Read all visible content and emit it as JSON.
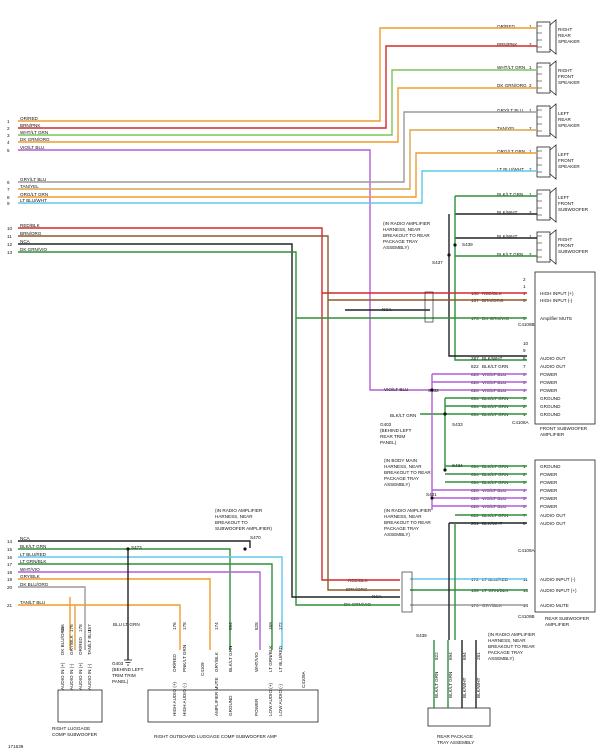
{
  "diagram": {
    "figure_id": "171639",
    "colors": {
      "orange": "#f29a2e",
      "red": "#d42a2a",
      "lightgreen": "#7dc35b",
      "green": "#2f8f3a",
      "violet": "#b05fd6",
      "lightblue": "#5ec8ea",
      "tan": "#d8a64c",
      "gray": "#9a9a9a",
      "black": "#222222",
      "brown": "#8a5a2b"
    },
    "speakers": [
      {
        "label_lines": [
          "RIGHT",
          "REAR",
          "SPEAKER"
        ],
        "wire1": "OR/RED",
        "wire2": "BRN/PNK"
      },
      {
        "label_lines": [
          "RIGHT",
          "FRONT",
          "SPEAKER"
        ],
        "wire1": "WHT/LT GRN",
        "wire2": "DK GRN/ORG"
      },
      {
        "label_lines": [
          "LEFT",
          "REAR",
          "SPEAKER"
        ],
        "wire1": "GRY/LT BLU",
        "wire2": "TAN/YEL"
      },
      {
        "label_lines": [
          "LEFT",
          "FRONT",
          "SPEAKER"
        ],
        "wire1": "ORG/LT GRN",
        "wire2": "LT BLU/WHT"
      },
      {
        "label_lines": [
          "LEFT",
          "FRONT",
          "SUBWOOFER"
        ],
        "wire1": "BLK/LT GRN",
        "wire2": "BLK/WHT"
      },
      {
        "label_lines": [
          "RIGHT",
          "FRONT",
          "SUBWOOFER"
        ],
        "wire1": "BLK/WHT",
        "wire2": "BLK/LT GRN"
      }
    ],
    "left_wires_top": [
      {
        "num": "1",
        "label": "OR/RED"
      },
      {
        "num": "2",
        "label": "BRN/PNK"
      },
      {
        "num": "3",
        "label": "WHT/LT GRN"
      },
      {
        "num": "4",
        "label": "DK GRN/ORG"
      },
      {
        "num": "5",
        "label": "VIO/LT BLU"
      },
      {
        "num": "6",
        "label": "GRY/LT BLU"
      },
      {
        "num": "7",
        "label": "TAN/YEL"
      },
      {
        "num": "8",
        "label": "ORG/LT GRN"
      },
      {
        "num": "9",
        "label": "LT BLU/WHT"
      },
      {
        "num": "10",
        "label": "RED/BLK"
      },
      {
        "num": "11",
        "label": "BRN/ORG"
      },
      {
        "num": "12",
        "label": "NCA"
      },
      {
        "num": "13",
        "label": "DK GRN/VIO"
      }
    ],
    "left_wires_bottom": [
      {
        "num": "14",
        "label": "NCA"
      },
      {
        "num": "15",
        "label": "BLK/LT GRN"
      },
      {
        "num": "16",
        "label": "LT BLU/RED"
      },
      {
        "num": "17",
        "label": "LT GRN/BLK"
      },
      {
        "num": "18",
        "label": "WHT/VIO"
      },
      {
        "num": "19",
        "label": "GRY/BLK"
      },
      {
        "num": "20",
        "label": "DK BLU/ORG"
      },
      {
        "num": "21",
        "label": "TAN/LT BLU"
      }
    ],
    "front_amp": {
      "title_lines": [
        "FRONT SUBWOOFER",
        "AMPLIFIER"
      ],
      "conn1": "C4108B",
      "conn2": "C4108A",
      "pins": [
        {
          "wire": "",
          "num": "",
          "pin": "2",
          "func": ""
        },
        {
          "wire": "168",
          "num": "",
          "pin": "1",
          "func": ""
        },
        {
          "wire": "RED/BLK",
          "num": "168",
          "pin": "4",
          "func": "HIGH INPUT (+)"
        },
        {
          "wire": "BRN/ORG",
          "num": "167",
          "pin": "3",
          "func": "HIGH INPUT (-)"
        },
        {
          "wire": "DK GRN/VIO",
          "num": "173",
          "pin": "5",
          "func": "Amplifier MUTE"
        },
        {
          "wire": "",
          "num": "",
          "pin": "10",
          "func": ""
        },
        {
          "wire": "",
          "num": "",
          "pin": "9",
          "func": ""
        },
        {
          "wire": "BLK/WHT",
          "num": "287",
          "pin": "8",
          "func": "AUDIO OUT"
        },
        {
          "wire": "BLK/LT GRN",
          "num": "822",
          "pin": "7",
          "func": "AUDIO OUT"
        },
        {
          "wire": "VIO/LT BLU",
          "num": "825",
          "pin": "6",
          "func": "POWER"
        },
        {
          "wire": "VIO/LT BLU",
          "num": "828",
          "pin": "5",
          "func": "POWER"
        },
        {
          "wire": "VIO/LT BLU",
          "num": "828",
          "pin": "4",
          "func": "POWER"
        },
        {
          "wire": "BLK/LT GRN",
          "num": "694",
          "pin": "3",
          "func": "GROUND"
        },
        {
          "wire": "BLK/LT GRN",
          "num": "694",
          "pin": "2",
          "func": "GROUND"
        },
        {
          "wire": "BLK/LT GRN",
          "num": "694",
          "pin": "1",
          "func": "GROUND"
        }
      ]
    },
    "rear_amp": {
      "title_lines": [
        "REAR SUBWOOFER",
        "AMPLIFIER"
      ],
      "conn1": "C4109A",
      "conn2": "C4109B",
      "pins": [
        {
          "wire": "BLK/LT GRN",
          "num": "694",
          "pin": "1",
          "func": "GROUND"
        },
        {
          "wire": "BLK/LT GRN",
          "num": "694",
          "pin": "2",
          "func": "POWER"
        },
        {
          "wire": "BLK/LT GRN",
          "num": "694",
          "pin": "3",
          "func": "POWER"
        },
        {
          "wire": "VIO/LT BLU",
          "num": "828",
          "pin": "4",
          "func": "POWER"
        },
        {
          "wire": "VIO/LT BLU",
          "num": "828",
          "pin": "5",
          "func": "POWER"
        },
        {
          "wire": "VIO/LT BLU",
          "num": "828",
          "pin": "6",
          "func": "POWER"
        },
        {
          "wire": "BLK/LT GRN",
          "num": "822",
          "pin": "7",
          "func": "AUDIO OUT"
        },
        {
          "wire": "BLK/WHT",
          "num": "281",
          "pin": "8",
          "func": "AUDIO OUT"
        },
        {
          "wire": "LT BLU/RED",
          "num": "172",
          "pin": "11",
          "func": "AUDIO INPUT (-)"
        },
        {
          "wire": "LT GRN/BLK",
          "num": "169",
          "pin": "13",
          "func": "AUDIO INPUT (+)"
        },
        {
          "wire": "GRY/BLK",
          "num": "174",
          "pin": "14",
          "func": "AUDIO MUTE"
        }
      ]
    },
    "splices": {
      "s439": "S439",
      "s437": "S437",
      "s432": "S432",
      "s433": "S433",
      "s434": "S434",
      "s431": "S431",
      "s473": "S473",
      "s470": "S470"
    },
    "notes": {
      "amp_harness_top": [
        "(IN RADIO AMPLIFIER",
        "HARNESS, NEAR",
        "BREAKOUT TO REAR",
        "PACKAGE TRAY",
        "ASSEMBLY)"
      ],
      "body_main_harness": [
        "(IN BODY MAIN",
        "HARNESS, NEAR",
        "BREAKOUT TO REAR",
        "PACKAGE TRAY",
        "ASSEMBLY)"
      ],
      "amp_harness_mid": [
        "(IN RADIO AMPLIFIER",
        "HARNESS, NEAR",
        "BREAKOUT TO REAR",
        "PACKAGE TRAY",
        "ASSEMBLY)"
      ],
      "amp_harness_bottom_left": [
        "(IN RADIO AMPLIFIER",
        "HARNESS, NEAR",
        "BREAKOUT TO",
        "SUBWOOFER AMPLIFIER)"
      ],
      "amp_harness_bottom_right": [
        "(IN RADIO AMPLIFIER",
        "HARNESS, NEAR",
        "BREAKOUT TO REAR",
        "PACKAGE TRAY",
        "ASSEMBLY)"
      ],
      "g403_top": [
        "G403",
        "(BEHIND LEFT",
        "REAR TRIM",
        "PANEL)"
      ],
      "g403_bottom": [
        "G403",
        "(BEHIND LEFT",
        "TRIM TRIM",
        "PANEL)"
      ]
    },
    "center_wire_labels": {
      "vio_lt_blu": "VIO/LT BLU",
      "blk_lt_grn": "BLK/LT GRN",
      "nca": "NCA",
      "red_blk": "RED/BLK",
      "brn_org": "BRN/ORG",
      "dk_grn_vio": "DK GRN/VIO",
      "blu_lt_grn": "BLU LT GRN"
    },
    "right_sub": {
      "title_lines": [
        "RIGHT LUGGAGE",
        "COMP SUBWOOFER"
      ],
      "pins": [
        {
          "wire": "DK BLU/ORG",
          "num": "156",
          "func": "AUDIO IN (+)"
        },
        {
          "wire": "GRY/BLK",
          "num": "176",
          "func": "AUDIO IN (-)"
        },
        {
          "wire": "OR/RED",
          "num": "178",
          "func": "AUDIO IN (+)"
        },
        {
          "wire": "TAN/LT BLU",
          "num": "157",
          "func": "AUDIO IN (-)"
        }
      ]
    },
    "outboard_amp": {
      "title": "RIGHT OUTBOARD LUGGAGE COMP SUBWOOFER AMP",
      "conn": "C4109",
      "conn2": "C4109A",
      "pins": [
        {
          "wire": "OR/RED",
          "num": "176",
          "func": "HIGH AUDIO (+)"
        },
        {
          "wire": "PNK/LT GRN",
          "num": "178",
          "func": "HIGH AUDIO (-)"
        },
        {
          "wire": "GRY/BLK",
          "num": "174",
          "func": "AMPLIFIER MUTE"
        },
        {
          "wire": "BLK/LT GRN",
          "num": "694",
          "func": "GROUND"
        },
        {
          "wire": "WHT/VIO",
          "num": "828",
          "func": "POWER"
        },
        {
          "wire": "LT GRN/BLK",
          "num": "169",
          "func": "LOW AUDIO (+)"
        },
        {
          "wire": "LT BLU/RED",
          "num": "172",
          "func": "LOW AUDIO (-)"
        }
      ]
    },
    "tray": {
      "title_lines": [
        "REAR PACKAGE",
        "TRAY ASSEMBLY"
      ],
      "pins": [
        {
          "wire": "BLK/LT GRN",
          "num": "822"
        },
        {
          "wire": "BLK/LT GRN",
          "num": "694"
        },
        {
          "wire": "BLK/WHT",
          "num": "694"
        },
        {
          "wire": "BLK/WHT",
          "num": "281"
        }
      ]
    }
  }
}
